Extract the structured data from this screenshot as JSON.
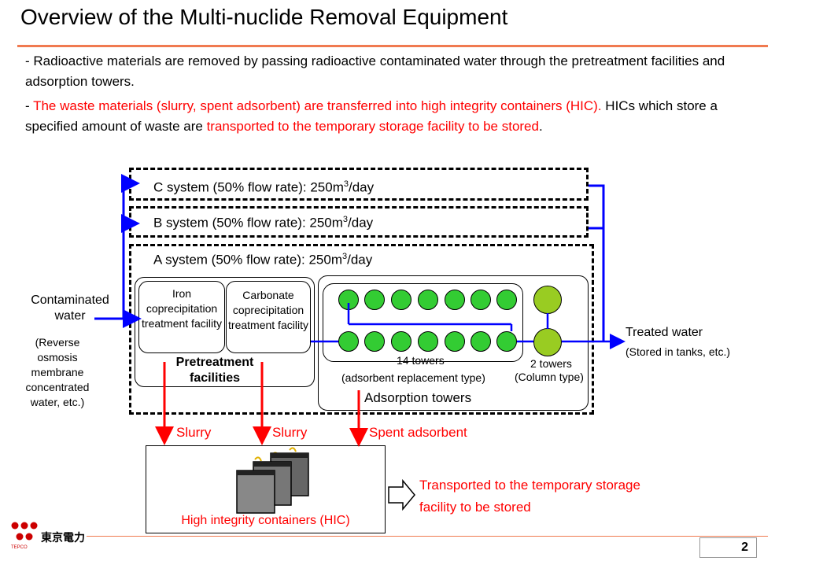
{
  "title": "Overview of the Multi-nuclide Removal Equipment",
  "bullets": {
    "b1": "- Radioactive materials are removed by passing radioactive contaminated water through the pretreatment facilities and adsorption towers.",
    "b2_dash": "- ",
    "b2_red1": "The waste materials (slurry, spent adsorbent) are transferred into high integrity containers (HIC).",
    "b2_black": " HICs which store a specified amount of waste are ",
    "b2_red2": "transported to the temporary storage facility to be stored",
    "b2_end": "."
  },
  "systems": {
    "c_prefix": "C system (50% flow rate): 250m",
    "b_prefix": "B system (50% flow rate): 250m",
    "a_prefix": "A system (50% flow rate): 250m",
    "sup": "3",
    "suffix": "/day"
  },
  "inputs": {
    "contaminated": "Contaminated water",
    "note": "(Reverse osmosis membrane concentrated water, etc.)"
  },
  "pretreatment": {
    "iron": "Iron coprecipitation treatment facility",
    "carbonate": "Carbonate coprecipitation treatment facility",
    "label": "Pretreatment facilities"
  },
  "adsorption": {
    "towers14": "14 towers",
    "towers14_note": "(adsorbent replacement type)",
    "towers2": "2 towers",
    "towers2_note": "(Column type)",
    "label": "Adsorption towers"
  },
  "outputs": {
    "treated": "Treated water",
    "treated_note": "(Stored in tanks, etc.)"
  },
  "waste": {
    "slurry1": "Slurry",
    "slurry2": "Slurry",
    "spent": "Spent adsorbent",
    "hic": "High integrity containers (HIC)",
    "transport": "Transported to the temporary storage facility to be stored"
  },
  "footer": {
    "logo_text": "東京電力",
    "logo_small": "TEPCO",
    "page": "2"
  },
  "colors": {
    "accent": "#f07a50",
    "flow": "#0000ff",
    "waste": "#ff0000",
    "tower": "#33cc33",
    "column": "#99cc22"
  }
}
